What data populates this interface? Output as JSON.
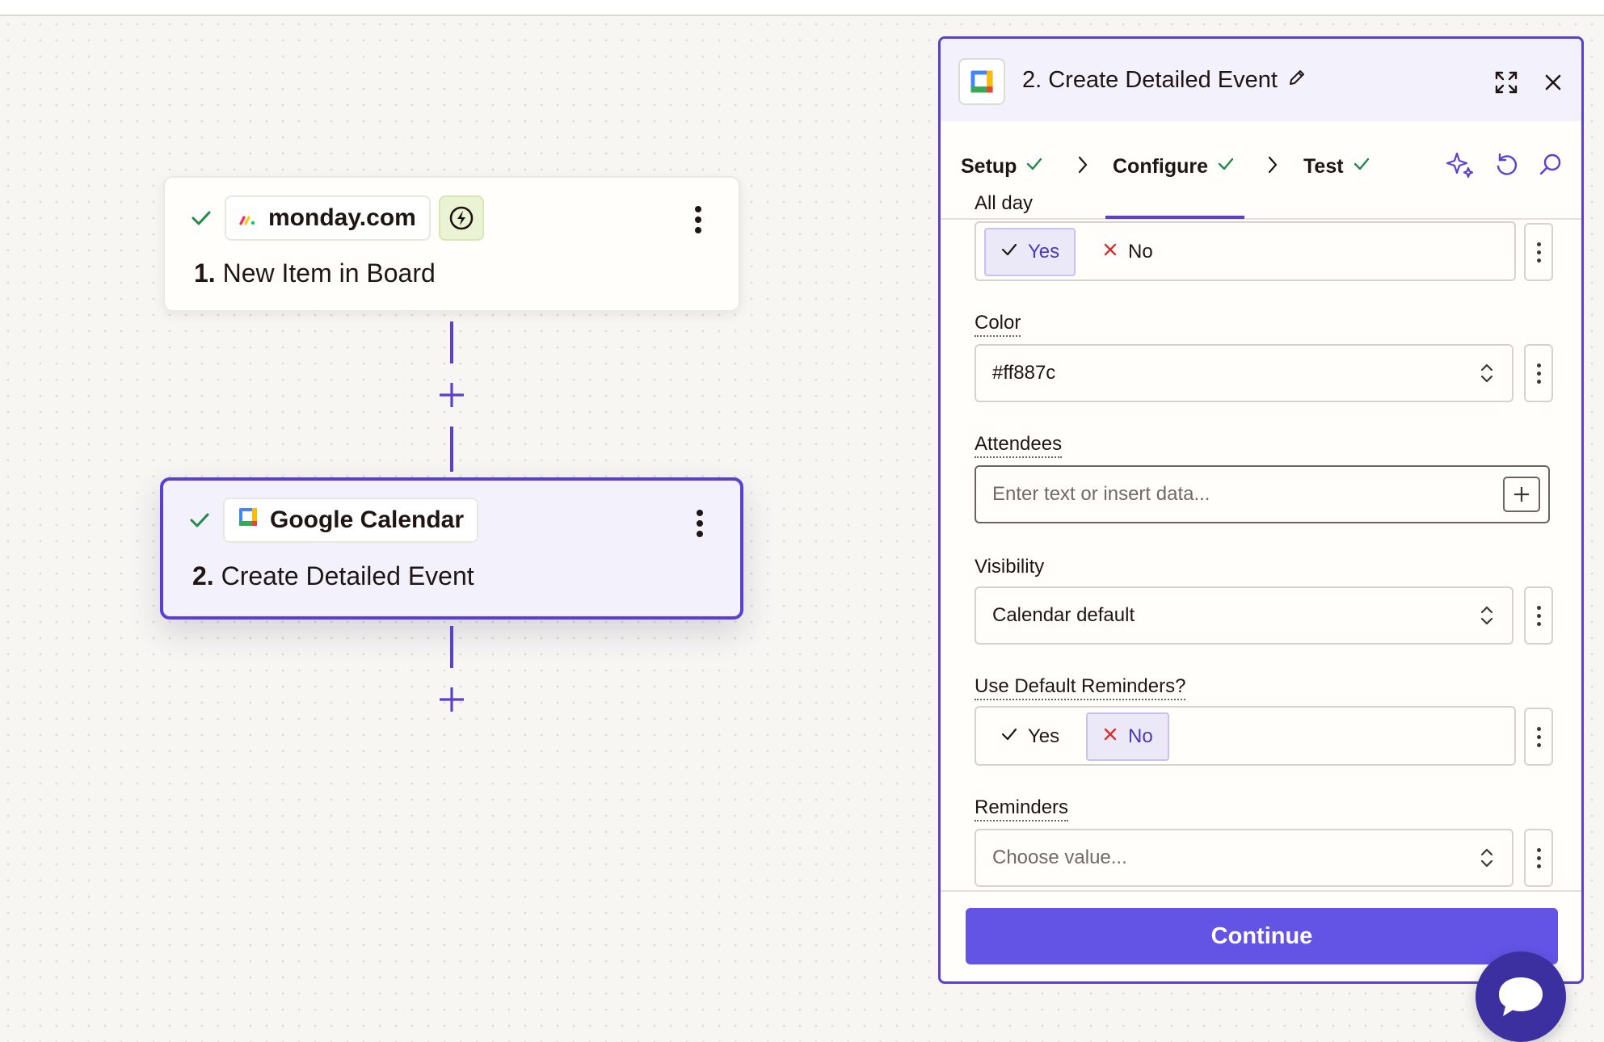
{
  "canvas": {
    "steps": [
      {
        "app_name": "monday.com",
        "number": "1.",
        "title": "New Item in Board",
        "icon": "monday-logo-icon",
        "trigger_icon": "lightning-bolt-icon",
        "status": "complete"
      },
      {
        "app_name": "Google Calendar",
        "number": "2.",
        "title": "Create Detailed Event",
        "icon": "google-calendar-icon",
        "status": "complete",
        "selected": true
      }
    ],
    "add_step_icon": "plus-icon"
  },
  "panel": {
    "header": {
      "title": "2. Create Detailed Event",
      "app_icon": "google-calendar-icon",
      "edit_icon": "pencil-icon",
      "expand_icon": "expand-icon",
      "close_icon": "close-icon"
    },
    "tabs": [
      {
        "label": "Setup",
        "complete": true
      },
      {
        "label": "Configure",
        "complete": true,
        "active": true
      },
      {
        "label": "Test",
        "complete": true
      }
    ],
    "tools": [
      "sparkle-icon",
      "undo-icon",
      "search-icon"
    ],
    "fields": {
      "all_day": {
        "label": "All day",
        "yes_label": "Yes",
        "no_label": "No",
        "selected": "Yes"
      },
      "color": {
        "label": "Color",
        "value": "#ff887c"
      },
      "attendees": {
        "label": "Attendees",
        "placeholder": "Enter text or insert data..."
      },
      "visibility": {
        "label": "Visibility",
        "value": "Calendar default"
      },
      "use_default_reminders": {
        "label": "Use Default Reminders?",
        "yes_label": "Yes",
        "no_label": "No",
        "selected": "No"
      },
      "reminders": {
        "label": "Reminders",
        "placeholder": "Choose value..."
      }
    },
    "continue_label": "Continue"
  },
  "colors": {
    "accent": "#5a3fd0",
    "button": "#6354e6",
    "success": "#1f8a4c",
    "chat": "#3c2fa0",
    "canvas_bg": "#f7f6f3"
  },
  "chat_icon": "chat-bubble-icon"
}
